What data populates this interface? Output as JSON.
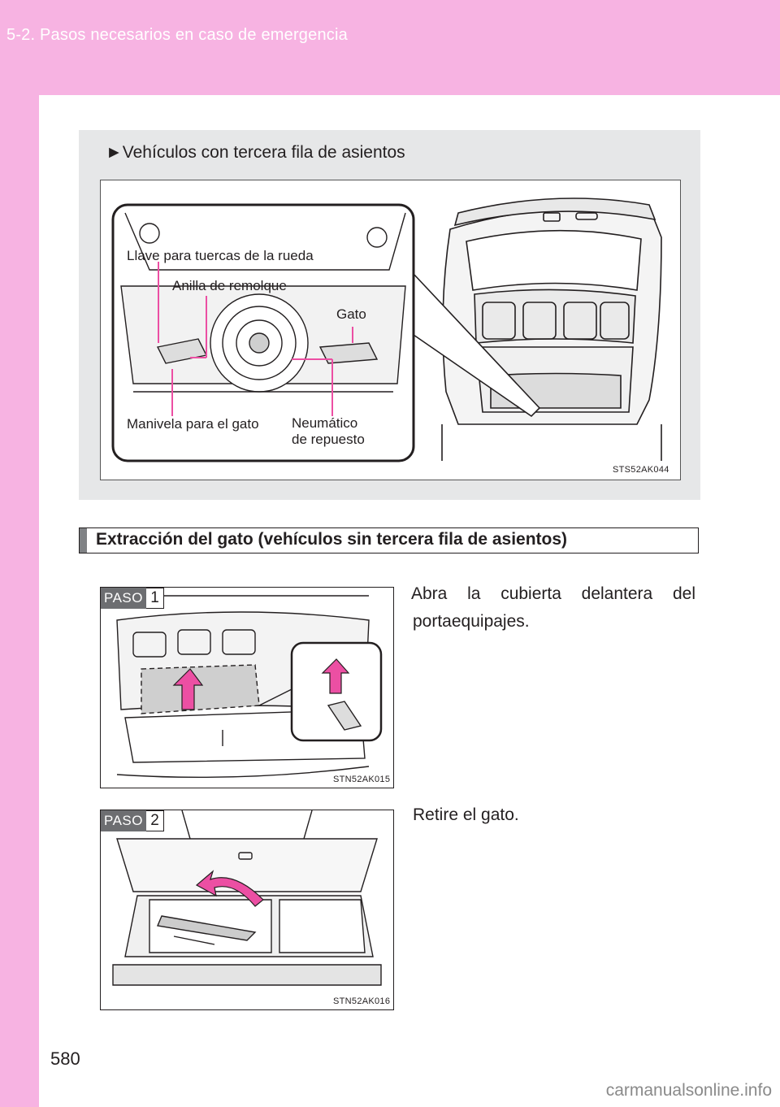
{
  "header": {
    "section_title": "5-2. Pasos necesarios en caso de emergencia"
  },
  "top_figure": {
    "caption": "►Vehículos con tercera fila de asientos",
    "labels": {
      "wrench": "Llave para tuercas de la rueda",
      "tow_eye": "Anilla de remolque",
      "jack": "Gato",
      "jack_handle": "Manivela para el gato",
      "spare_tire_line1": "Neumático",
      "spare_tire_line2": "de repuesto"
    },
    "code": "STS52AK044"
  },
  "section": {
    "heading": "Extracción del gato (vehículos sin tercera fila de asientos)"
  },
  "steps": [
    {
      "badge_word": "PASO",
      "badge_number": "1",
      "text_line1": "Abra la cubierta delantera del",
      "text_line2": "portaequipajes.",
      "code": "STN52AK015"
    },
    {
      "badge_word": "PASO",
      "badge_number": "2",
      "text_line1": "Retire el gato.",
      "code": "STN52AK016"
    }
  ],
  "footer": {
    "page_number": "580",
    "watermark": "carmanualsonline.info"
  },
  "colors": {
    "brand_pink": "#f7b3e2",
    "callout_magenta": "#ec4fa3",
    "panel_grey": "#e6e7e8"
  }
}
